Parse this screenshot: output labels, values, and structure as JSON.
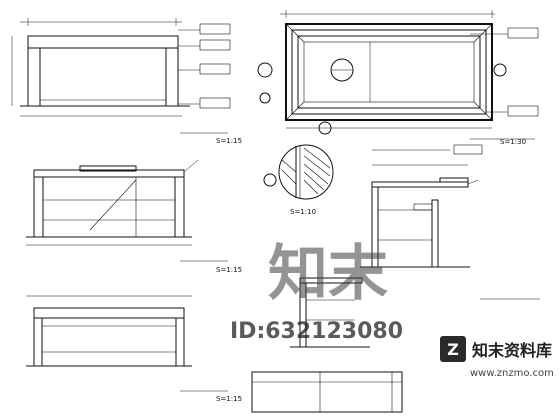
{
  "views": {
    "elev1": {
      "title": "",
      "scale": "S=1:15"
    },
    "plan": {
      "title": "",
      "scale": "S=1:30"
    },
    "elev2": {
      "title": "",
      "scale": "S=1:15"
    },
    "detail": {
      "scale": "S=1:10"
    },
    "side": {
      "title": ""
    },
    "elev3": {
      "title": "",
      "scale": "S=1:15"
    }
  },
  "dims": {
    "elev1_top": "",
    "elev1_bottom": "",
    "plan_top": "",
    "plan_bottom": "",
    "elev2_bottom": ""
  },
  "tags": {
    "a": "",
    "b": "",
    "c": ""
  },
  "callouts": {
    "plan": [
      "",
      "",
      "",
      ""
    ],
    "elev2": [
      "",
      "",
      "",
      "",
      "",
      ""
    ],
    "side": [
      "",
      "",
      "",
      "",
      "",
      "",
      "",
      ""
    ],
    "elev3": [
      "",
      "",
      "",
      ""
    ]
  },
  "side_bottom_note": "",
  "elev3_bottom_note": "",
  "watermark": {
    "big": "知末",
    "id": "ID:632123080"
  },
  "logo": {
    "name": "知末资料库",
    "url": "www.znzmo.com"
  }
}
